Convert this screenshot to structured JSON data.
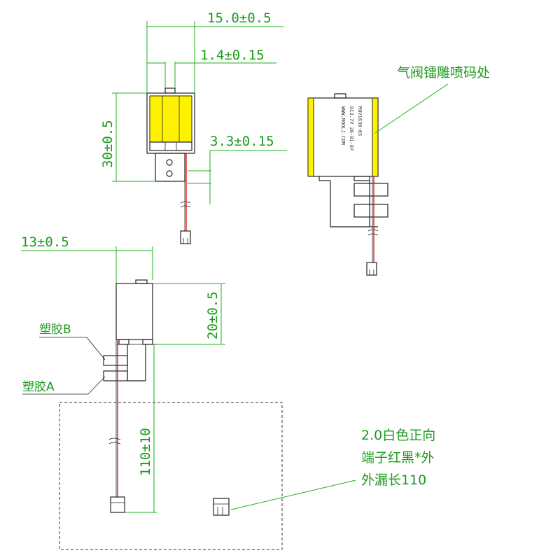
{
  "dimensions": {
    "width_top": "15.0±0.5",
    "pin_width": "1.4±0.15",
    "height_top": "30±0.5",
    "pin_offset": "3.3±0.15",
    "width_side": "13±0.5",
    "height_side": "20±0.5",
    "lead_length": "110±10"
  },
  "notes": {
    "laser_marking": "气阀镭雕喷码处",
    "connector_line1": "2.0白色正向",
    "connector_line2": "端子红黑*外",
    "connector_line3": "外漏长110"
  },
  "labels": {
    "plastic_b": "塑胶B",
    "plastic_a": "塑胶A"
  },
  "marking": {
    "line1": "MOV1630-03",
    "line2": "DC3.7V 26-01-07",
    "line3": "WWW.MOOLJ.COM"
  },
  "colors": {
    "dimension": "#1fb11f",
    "coil": "#fff200",
    "wire_red": "#e0201a",
    "outline": "#222222"
  }
}
